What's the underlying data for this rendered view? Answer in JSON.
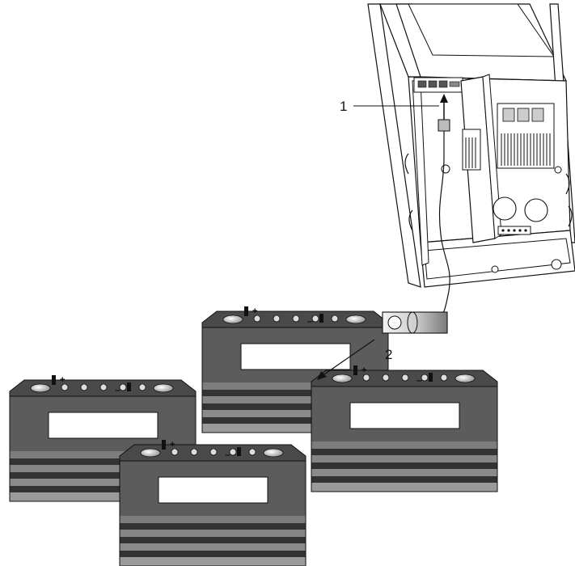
{
  "callouts": [
    {
      "number": "1",
      "target": "battery-temperature-sensor-port"
    },
    {
      "number": "2",
      "target": "battery-temperature-sensor"
    }
  ],
  "colors": {
    "battery_body": "#5a5a5a",
    "battery_top": "#4a4a4a",
    "battery_stripe_dark": "#333333",
    "battery_stripe_light": "#8a8a8a",
    "enclosure_line": "#111111",
    "sensor_body": "#d6d6d6"
  },
  "batteries": [
    {
      "id": "battery-back"
    },
    {
      "id": "battery-left"
    },
    {
      "id": "battery-right"
    },
    {
      "id": "battery-front"
    }
  ]
}
